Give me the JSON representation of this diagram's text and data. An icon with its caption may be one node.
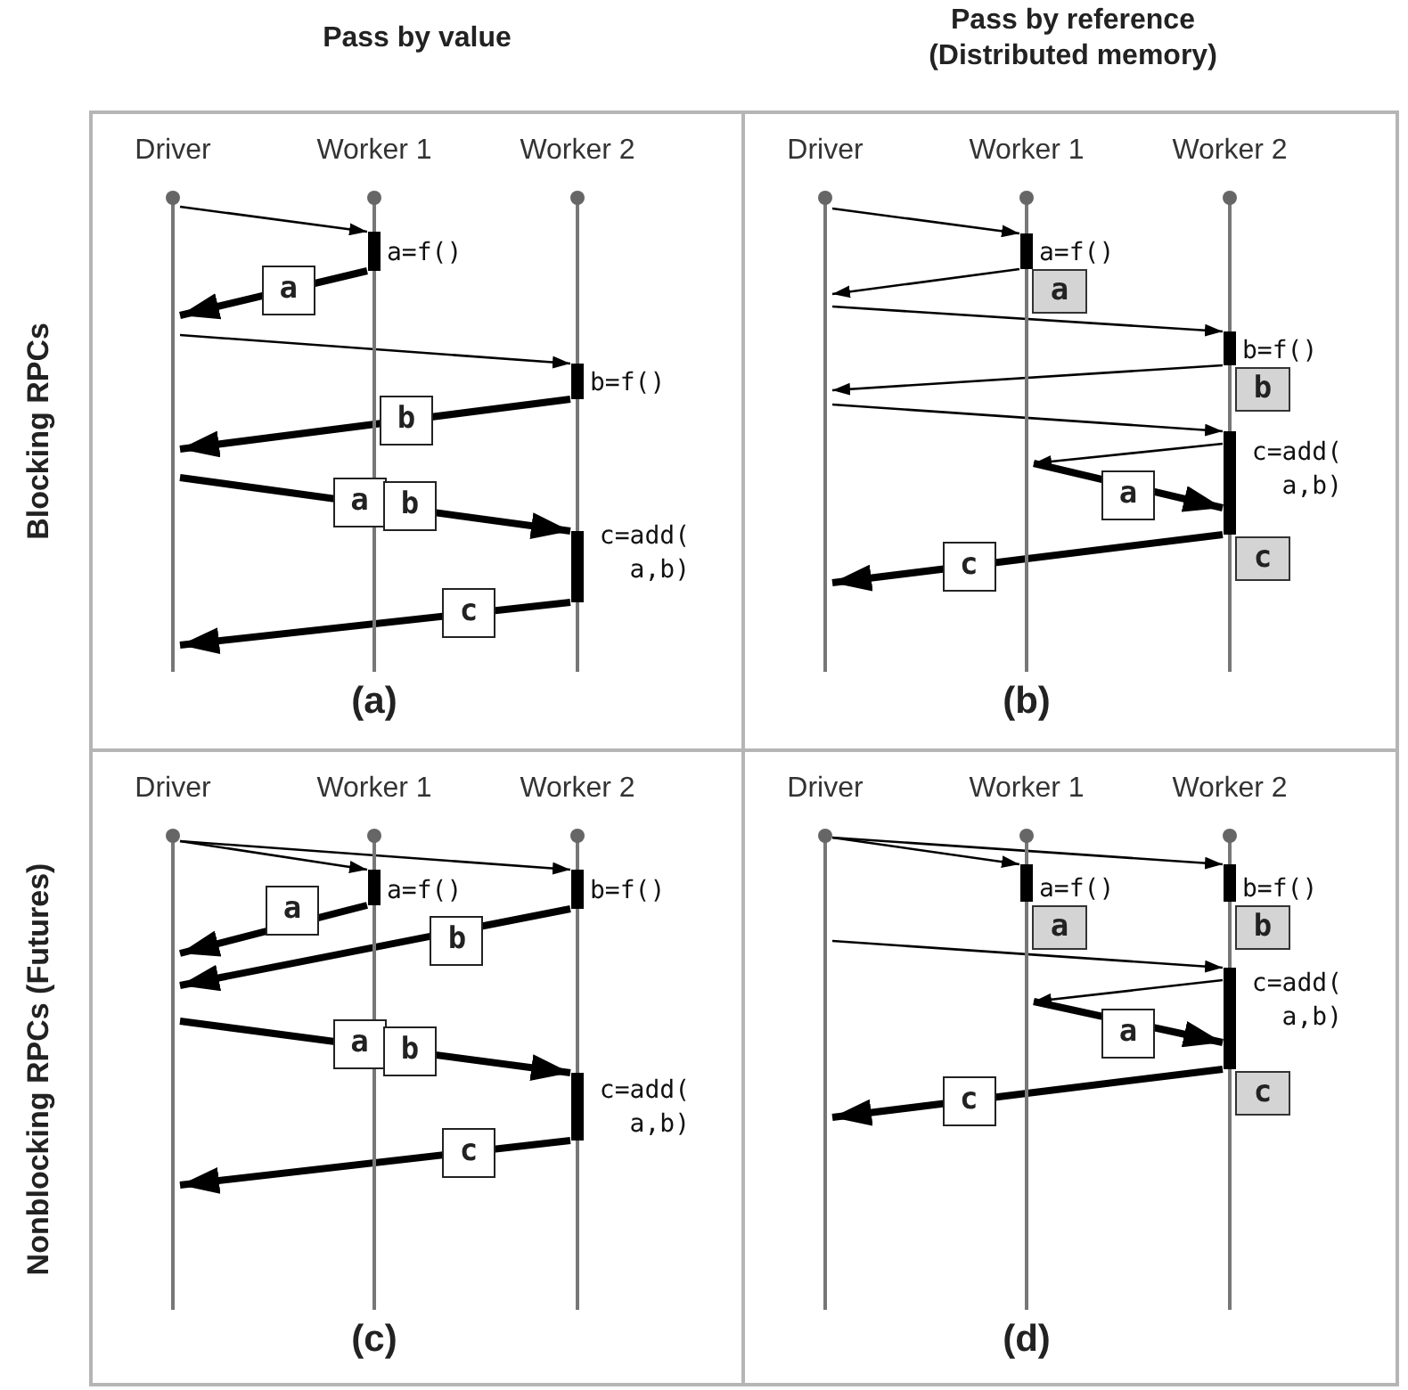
{
  "diagram": {
    "nodes": [
      {
        "text": [
          "(a)"
        ]
      },
      {
        "text": [],
        "shape": "line",
        "in": 0,
        "beside": [
          "Driver"
        ]
      },
      {
        "text": [],
        "shape": "line",
        "in": 0,
        "beside": [
          "Worker 1",
          "a=f()"
        ]
      },
      {
        "text": [],
        "shape": "line",
        "in": 0,
        "beside": [
          "Worker 2",
          "b=f()",
          "c=add( a,b)"
        ]
      },
      {
        "text": [
          "(b)"
        ]
      },
      {
        "text": [],
        "shape": "line",
        "in": 4,
        "beside": [
          "Driver"
        ]
      },
      {
        "text": [],
        "shape": "line",
        "in": 4,
        "beside": [
          "Worker 1"
        ]
      },
      {
        "text": [],
        "shape": "line",
        "in": 4,
        "beside": [
          "Worker 2",
          "c=add( a,b)"
        ]
      },
      {
        "text": [
          "(c)"
        ]
      },
      {
        "text": [],
        "shape": "line",
        "in": 8,
        "beside": [
          "Driver"
        ]
      },
      {
        "text": [],
        "shape": "line",
        "in": 8,
        "beside": [
          "Worker 1",
          "a=f()"
        ]
      },
      {
        "text": [],
        "shape": "line",
        "in": 8,
        "beside": [
          "Worker 2",
          "b=f()",
          "c=add( a,b)"
        ]
      },
      {
        "text": [
          "(d)"
        ]
      },
      {
        "text": [],
        "shape": "line",
        "in": 12,
        "beside": [
          "Driver"
        ]
      },
      {
        "text": [],
        "shape": "line",
        "in": 12,
        "beside": [
          "Worker 1"
        ]
      },
      {
        "text": [],
        "shape": "line",
        "in": 12,
        "beside": [
          "Worker 2",
          "c=add( a,b)"
        ]
      },
      {
        "text": [
          "a"
        ],
        "in": 4,
        "beside": [
          "a=f()"
        ]
      },
      {
        "text": [
          "b"
        ],
        "in": 4,
        "beside": [
          "b=f()"
        ]
      },
      {
        "text": [
          "c"
        ],
        "in": 4
      },
      {
        "text": [
          "a"
        ],
        "in": 12,
        "beside": [
          "a=f()"
        ]
      },
      {
        "text": [
          "b"
        ],
        "in": 12,
        "beside": [
          "b=f()"
        ]
      },
      {
        "text": [
          "c"
        ],
        "in": 12
      }
    ],
    "edges": [
      {
        "from": 1,
        "to": 2,
        "arrow": "to"
      },
      {
        "from": 2,
        "to": 1,
        "arrow": "to",
        "label": "a",
        "style": "thick"
      },
      {
        "from": 1,
        "to": 3,
        "arrow": "to"
      },
      {
        "from": 3,
        "to": 1,
        "arrow": "to",
        "label": "b",
        "style": "thick"
      },
      {
        "from": 1,
        "to": 3,
        "arrow": "to",
        "label": "a",
        "style": "thick"
      },
      {
        "from": 3,
        "to": 1,
        "arrow": "to",
        "label": "c",
        "style": "thick"
      },
      {
        "from": 5,
        "to": 6,
        "arrow": "to"
      },
      {
        "from": 6,
        "to": 5,
        "arrow": "to"
      },
      {
        "from": 5,
        "to": 7,
        "arrow": "to"
      },
      {
        "from": 7,
        "to": 5,
        "arrow": "to"
      },
      {
        "from": 5,
        "to": 7,
        "arrow": "to"
      },
      {
        "from": 7,
        "to": 6,
        "arrow": "to"
      },
      {
        "from": 6,
        "to": 7,
        "arrow": "to",
        "label": "a",
        "style": "thick"
      },
      {
        "from": 7,
        "to": 5,
        "arrow": "to",
        "label": "c",
        "style": "thick"
      },
      {
        "from": 9,
        "to": 10,
        "arrow": "to"
      },
      {
        "from": 9,
        "to": 11,
        "arrow": "to"
      },
      {
        "from": 10,
        "to": 9,
        "arrow": "to",
        "label": "a",
        "style": "thick"
      },
      {
        "from": 11,
        "to": 9,
        "arrow": "to",
        "label": "b",
        "style": "thick"
      },
      {
        "from": 9,
        "to": 11,
        "arrow": "to",
        "label": "a",
        "style": "thick"
      },
      {
        "from": 11,
        "to": 9,
        "arrow": "to",
        "label": "c",
        "style": "thick"
      },
      {
        "from": 13,
        "to": 14,
        "arrow": "to"
      },
      {
        "from": 13,
        "to": 15,
        "arrow": "to"
      },
      {
        "from": 13,
        "to": 15,
        "arrow": "to"
      },
      {
        "from": 15,
        "to": 14,
        "arrow": "to"
      },
      {
        "from": 14,
        "to": 15,
        "arrow": "to",
        "label": "a",
        "style": "thick"
      },
      {
        "from": 15,
        "to": 13,
        "arrow": "to",
        "label": "c",
        "style": "thick"
      }
    ],
    "labels": [
      "Pass by value",
      "Pass by reference (Distributed memory)",
      "Blocking RPCs",
      "Nonblocking RPCs (Futures)",
      "b",
      "b"
    ]
  }
}
